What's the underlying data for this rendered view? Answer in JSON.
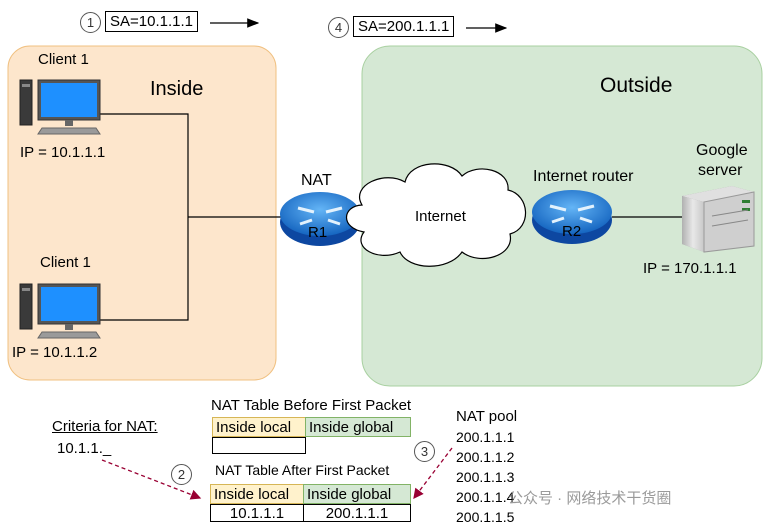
{
  "steps": [
    "1",
    "2",
    "3",
    "4"
  ],
  "packets": {
    "inside_sa": "SA=10.1.1.1",
    "outside_sa": "SA=200.1.1.1"
  },
  "zones": {
    "inside": "Inside",
    "outside": "Outside"
  },
  "clients": [
    {
      "name": "Client 1",
      "ip": "IP = 10.1.1.1"
    },
    {
      "name": "Client 1",
      "ip": "IP = 10.1.1.2"
    }
  ],
  "nat_router": {
    "caption": "NAT",
    "label": "R1"
  },
  "internet": "Internet",
  "internet_router": {
    "caption": "Internet router",
    "label": "R2"
  },
  "server": {
    "name_line1": "Google",
    "name_line2": "server",
    "ip": "IP = 170.1.1.1"
  },
  "criteria": {
    "label": "Criteria for NAT:",
    "value": "10.1.1._"
  },
  "table_before": {
    "title": "NAT Table Before First Packet",
    "col_local": "Inside local",
    "col_global": "Inside global"
  },
  "table_after": {
    "title": "NAT Table After First Packet",
    "col_local": "Inside local",
    "col_global": "Inside global",
    "row": {
      "local": "10.1.1.1",
      "global": "200.1.1.1"
    }
  },
  "nat_pool": {
    "title": "NAT pool",
    "addresses": [
      "200.1.1.1",
      "200.1.1.2",
      "200.1.1.3",
      "200.1.1.4",
      "200.1.1.5"
    ]
  },
  "watermark": "公众号 · 网络技术干货圈",
  "colors": {
    "inside_zone": "#fde6cc",
    "outside_zone": "#d5e8d4",
    "router": "#1e88e5",
    "monitor": "#1e90ff",
    "arrow_dashed": "#990033"
  }
}
